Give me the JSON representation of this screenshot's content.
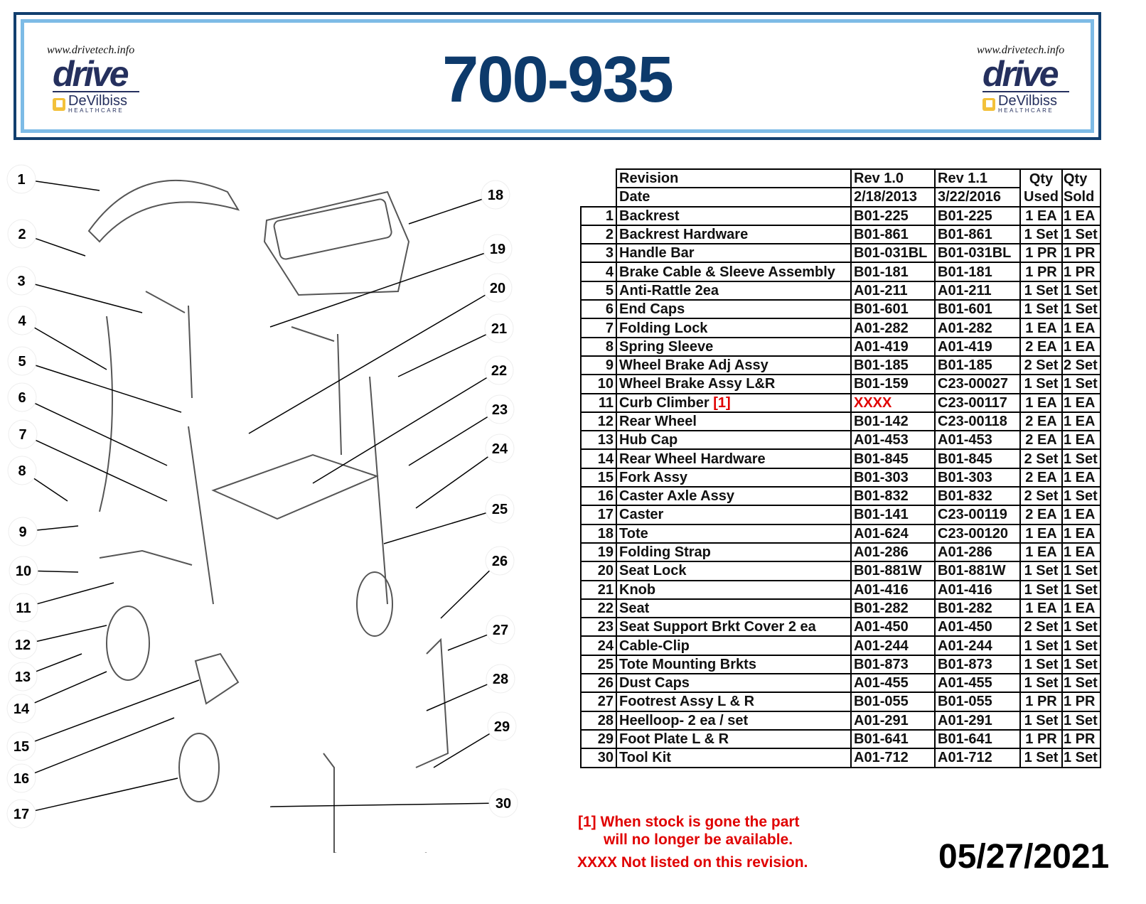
{
  "header": {
    "title": "700-935",
    "logo_left": {
      "url": "www.drivetech.info",
      "brand": "drive",
      "sub": "DeVilbiss",
      "sub2": "HEALTHCARE"
    },
    "logo_right": {
      "url": "www.drivetech.info",
      "brand": "drive",
      "sub": "DeVilbiss",
      "sub2": "HEALTHCARE"
    }
  },
  "table": {
    "header1": [
      "Revision",
      "Rev 1.0",
      "Rev 1.1",
      "Qty",
      "Qty"
    ],
    "header2": [
      "Date",
      "2/18/2013",
      "3/22/2016",
      "Used",
      "Sold"
    ],
    "rows": [
      [
        "1",
        "Backrest",
        "B01-225",
        "B01-225",
        "1 EA",
        "1 EA"
      ],
      [
        "2",
        "Backrest Hardware",
        "B01-861",
        "B01-861",
        "1 Set",
        "1 Set"
      ],
      [
        "3",
        "Handle Bar",
        "B01-031BL",
        "B01-031BL",
        "1 PR",
        "1 PR"
      ],
      [
        "4",
        "Brake Cable & Sleeve Assembly",
        "B01-181",
        "B01-181",
        "1 PR",
        "1 PR"
      ],
      [
        "5",
        "Anti-Rattle 2ea",
        "A01-211",
        "A01-211",
        "1 Set",
        "1 Set"
      ],
      [
        "6",
        "End Caps",
        "B01-601",
        "B01-601",
        "1 Set",
        "1 Set"
      ],
      [
        "7",
        "Folding Lock",
        "A01-282",
        "A01-282",
        "1 EA",
        "1 EA"
      ],
      [
        "8",
        "Spring Sleeve",
        "A01-419",
        "A01-419",
        "2 EA",
        "1 EA"
      ],
      [
        "9",
        "Wheel Brake Adj Assy",
        "B01-185",
        "B01-185",
        "2 Set",
        "2 Set"
      ],
      [
        "10",
        "Wheel Brake Assy L&R",
        "B01-159",
        "C23-00027",
        "1 Set",
        "1 Set"
      ],
      [
        "11",
        "Curb Climber",
        "XXXX",
        "C23-00117",
        "1 EA",
        "1 EA"
      ],
      [
        "12",
        "Rear Wheel",
        "B01-142",
        "C23-00118",
        "2 EA",
        "1 EA"
      ],
      [
        "13",
        "Hub Cap",
        "A01-453",
        "A01-453",
        "2 EA",
        "1 EA"
      ],
      [
        "14",
        "Rear Wheel Hardware",
        "B01-845",
        "B01-845",
        "2 Set",
        "1 Set"
      ],
      [
        "15",
        "Fork Assy",
        "B01-303",
        "B01-303",
        "2 EA",
        "1 EA"
      ],
      [
        "16",
        "Caster Axle Assy",
        "B01-832",
        "B01-832",
        "2 Set",
        "1 Set"
      ],
      [
        "17",
        "Caster",
        "B01-141",
        "C23-00119",
        "2 EA",
        "1 EA"
      ],
      [
        "18",
        "Tote",
        "A01-624",
        "C23-00120",
        "1 EA",
        "1 EA"
      ],
      [
        "19",
        "Folding Strap",
        "A01-286",
        "A01-286",
        "1 EA",
        "1 EA"
      ],
      [
        "20",
        "Seat Lock",
        "B01-881W",
        "B01-881W",
        "1 Set",
        "1 Set"
      ],
      [
        "21",
        "Knob",
        "A01-416",
        "A01-416",
        "1 Set",
        "1 Set"
      ],
      [
        "22",
        "Seat",
        "B01-282",
        "B01-282",
        "1 EA",
        "1 EA"
      ],
      [
        "23",
        "Seat Support Brkt Cover 2 ea",
        "A01-450",
        "A01-450",
        "2 Set",
        "1 Set"
      ],
      [
        "24",
        "Cable-Clip",
        "A01-244",
        "A01-244",
        "1 Set",
        "1 Set"
      ],
      [
        "25",
        "Tote Mounting Brkts",
        "B01-873",
        "B01-873",
        "1 Set",
        "1 Set"
      ],
      [
        "26",
        "Dust Caps",
        "A01-455",
        "A01-455",
        "1 Set",
        "1 Set"
      ],
      [
        "27",
        "Footrest Assy L & R",
        "B01-055",
        "B01-055",
        "1 PR",
        "1 PR"
      ],
      [
        "28",
        "Heelloop- 2 ea / set",
        "A01-291",
        "A01-291",
        "1 Set",
        "1 Set"
      ],
      [
        "29",
        "Foot Plate L & R",
        "B01-641",
        "B01-641",
        "1 PR",
        "1 PR"
      ],
      [
        "30",
        "Tool Kit",
        "A01-712",
        "A01-712",
        "1 Set",
        "1 Set"
      ]
    ],
    "footnote_ref": "[1]",
    "footnote_row": 10,
    "unlisted_row": 10,
    "accent_red": "#e00000"
  },
  "notes": {
    "line1": "[1] When stock is gone the part",
    "line2": "will no longer be available.",
    "line3": "XXXX Not listed on this revision."
  },
  "doc_date": "05/27/2021",
  "diagram": {
    "callouts": [
      "1",
      "2",
      "3",
      "4",
      "5",
      "6",
      "7",
      "8",
      "9",
      "10",
      "11",
      "12",
      "13",
      "14",
      "15",
      "16",
      "17",
      "18",
      "19",
      "20",
      "21",
      "22",
      "23",
      "24",
      "25",
      "26",
      "27",
      "28",
      "29",
      "30"
    ]
  }
}
